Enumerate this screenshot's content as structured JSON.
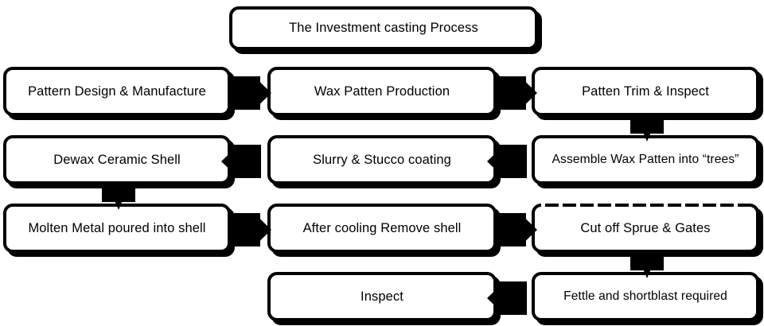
{
  "diagram": {
    "title": "The Investment casting Process",
    "title_box": {
      "text": "The Investment casting Process"
    },
    "nodes": [
      {
        "id": "pattern-design-manufacture",
        "label": "Pattern Design & Manufacture",
        "row": 1,
        "col": 1
      },
      {
        "id": "wax-patten-production",
        "label": "Wax Patten Production",
        "row": 1,
        "col": 2
      },
      {
        "id": "patten-trim-inspect",
        "label": "Patten Trim & Inspect",
        "row": 1,
        "col": 3
      },
      {
        "id": "dewax-ceramic-shell",
        "label": "Dewax Ceramic Shell",
        "row": 2,
        "col": 1
      },
      {
        "id": "slurry-stucco-coating",
        "label": "Slurry & Stucco coating",
        "row": 2,
        "col": 2
      },
      {
        "id": "assemble-wax-patten-trees",
        "label": "Assemble Wax Patten into “trees”",
        "row": 2,
        "col": 3
      },
      {
        "id": "molten-metal-poured",
        "label": "Molten Metal poured into shell",
        "row": 3,
        "col": 1
      },
      {
        "id": "after-cooling-remove-shell",
        "label": "After cooling Remove shell",
        "row": 3,
        "col": 2
      },
      {
        "id": "cut-off-sprue-gates",
        "label": "Cut off Sprue & Gates",
        "row": 3,
        "col": 3
      },
      {
        "id": "inspect",
        "label": "Inspect",
        "row": 4,
        "col": 2
      },
      {
        "id": "fettle-shortblast",
        "label": "Fettle and shortblast required",
        "row": 4,
        "col": 3
      }
    ],
    "connectors": [
      {
        "id": "c1",
        "from": "pattern-design-manufacture",
        "to": "wax-patten-production",
        "direction": "right"
      },
      {
        "id": "c2",
        "from": "wax-patten-production",
        "to": "patten-trim-inspect",
        "direction": "right"
      },
      {
        "id": "c3",
        "from": "patten-trim-inspect",
        "to": "assemble-wax-patten-trees",
        "direction": "down"
      },
      {
        "id": "c4",
        "from": "assemble-wax-patten-trees",
        "to": "slurry-stucco-coating",
        "direction": "left"
      },
      {
        "id": "c5",
        "from": "slurry-stucco-coating",
        "to": "dewax-ceramic-shell",
        "direction": "left"
      },
      {
        "id": "c6",
        "from": "dewax-ceramic-shell",
        "to": "molten-metal-poured",
        "direction": "down"
      },
      {
        "id": "c7",
        "from": "molten-metal-poured",
        "to": "after-cooling-remove-shell",
        "direction": "right"
      },
      {
        "id": "c8",
        "from": "after-cooling-remove-shell",
        "to": "cut-off-sprue-gates",
        "direction": "right"
      },
      {
        "id": "c9",
        "from": "cut-off-sprue-gates",
        "to": "fettle-shortblast",
        "direction": "down"
      },
      {
        "id": "c10",
        "from": "fettle-shortblast",
        "to": "inspect",
        "direction": "left"
      }
    ],
    "colors": {
      "box_fill": "#ffffff",
      "box_border": "#000000",
      "arrow": "#000000",
      "text": "#000000",
      "background": "#ffffff"
    }
  }
}
